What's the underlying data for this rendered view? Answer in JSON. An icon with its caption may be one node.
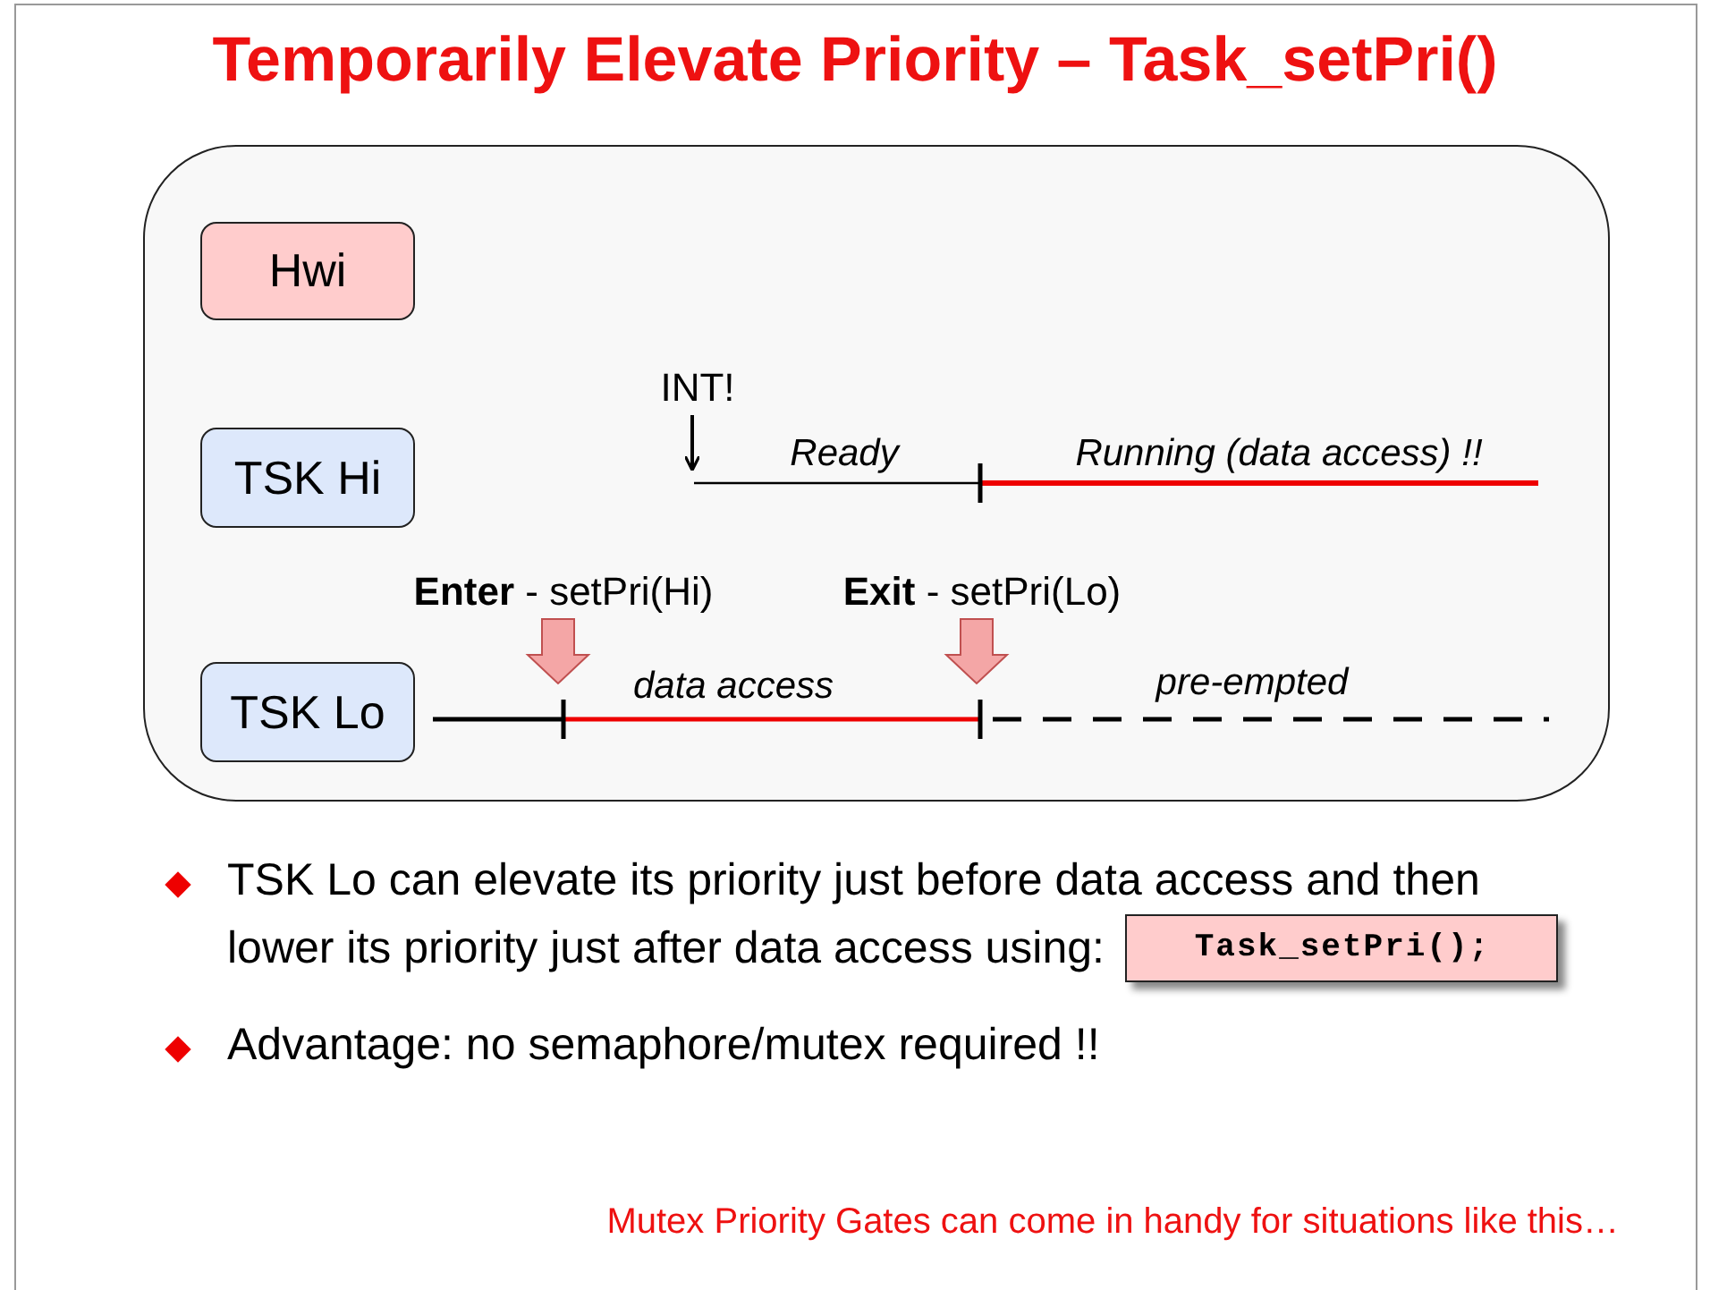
{
  "diagram": {
    "title": "Temporarily Elevate Priority – Task_setPri()",
    "nodes": [
      {
        "text": [],
        "shape": "box"
      },
      {
        "text": [
          "Hwi"
        ],
        "in": 0
      },
      {
        "text": [
          "INT!"
        ],
        "in": 0
      },
      {
        "text": [
          "TSK Hi"
        ],
        "in": 0
      },
      {
        "text": [
          "**Enter** - setPri(Hi)"
        ],
        "in": 0
      },
      {
        "text": [
          "**Exit** - setPri(Lo)"
        ],
        "in": 0
      },
      {
        "text": [
          "TSK Lo"
        ],
        "in": 0
      },
      {
        "text": [
          "Task_setPri();"
        ]
      }
    ],
    "edges": [
      {
        "from": 2,
        "to": null,
        "arrow": "to"
      },
      {
        "from": 4,
        "to": null,
        "arrow": "to",
        "style": "thick",
        "color": "#f4a6a6"
      },
      {
        "from": 5,
        "to": null,
        "arrow": "to",
        "style": "thick",
        "color": "#f4a6a6"
      }
    ],
    "labels": [
      "Ready",
      "Running (data access) !!",
      "data access",
      "pre-empted",
      "TSK Lo can elevate its priority just before data access and then lower its priority just after data access using:",
      "Advantage: no semaphore/mutex required !!",
      "Mutex Priority Gates can come in handy for situations like this…"
    ]
  }
}
